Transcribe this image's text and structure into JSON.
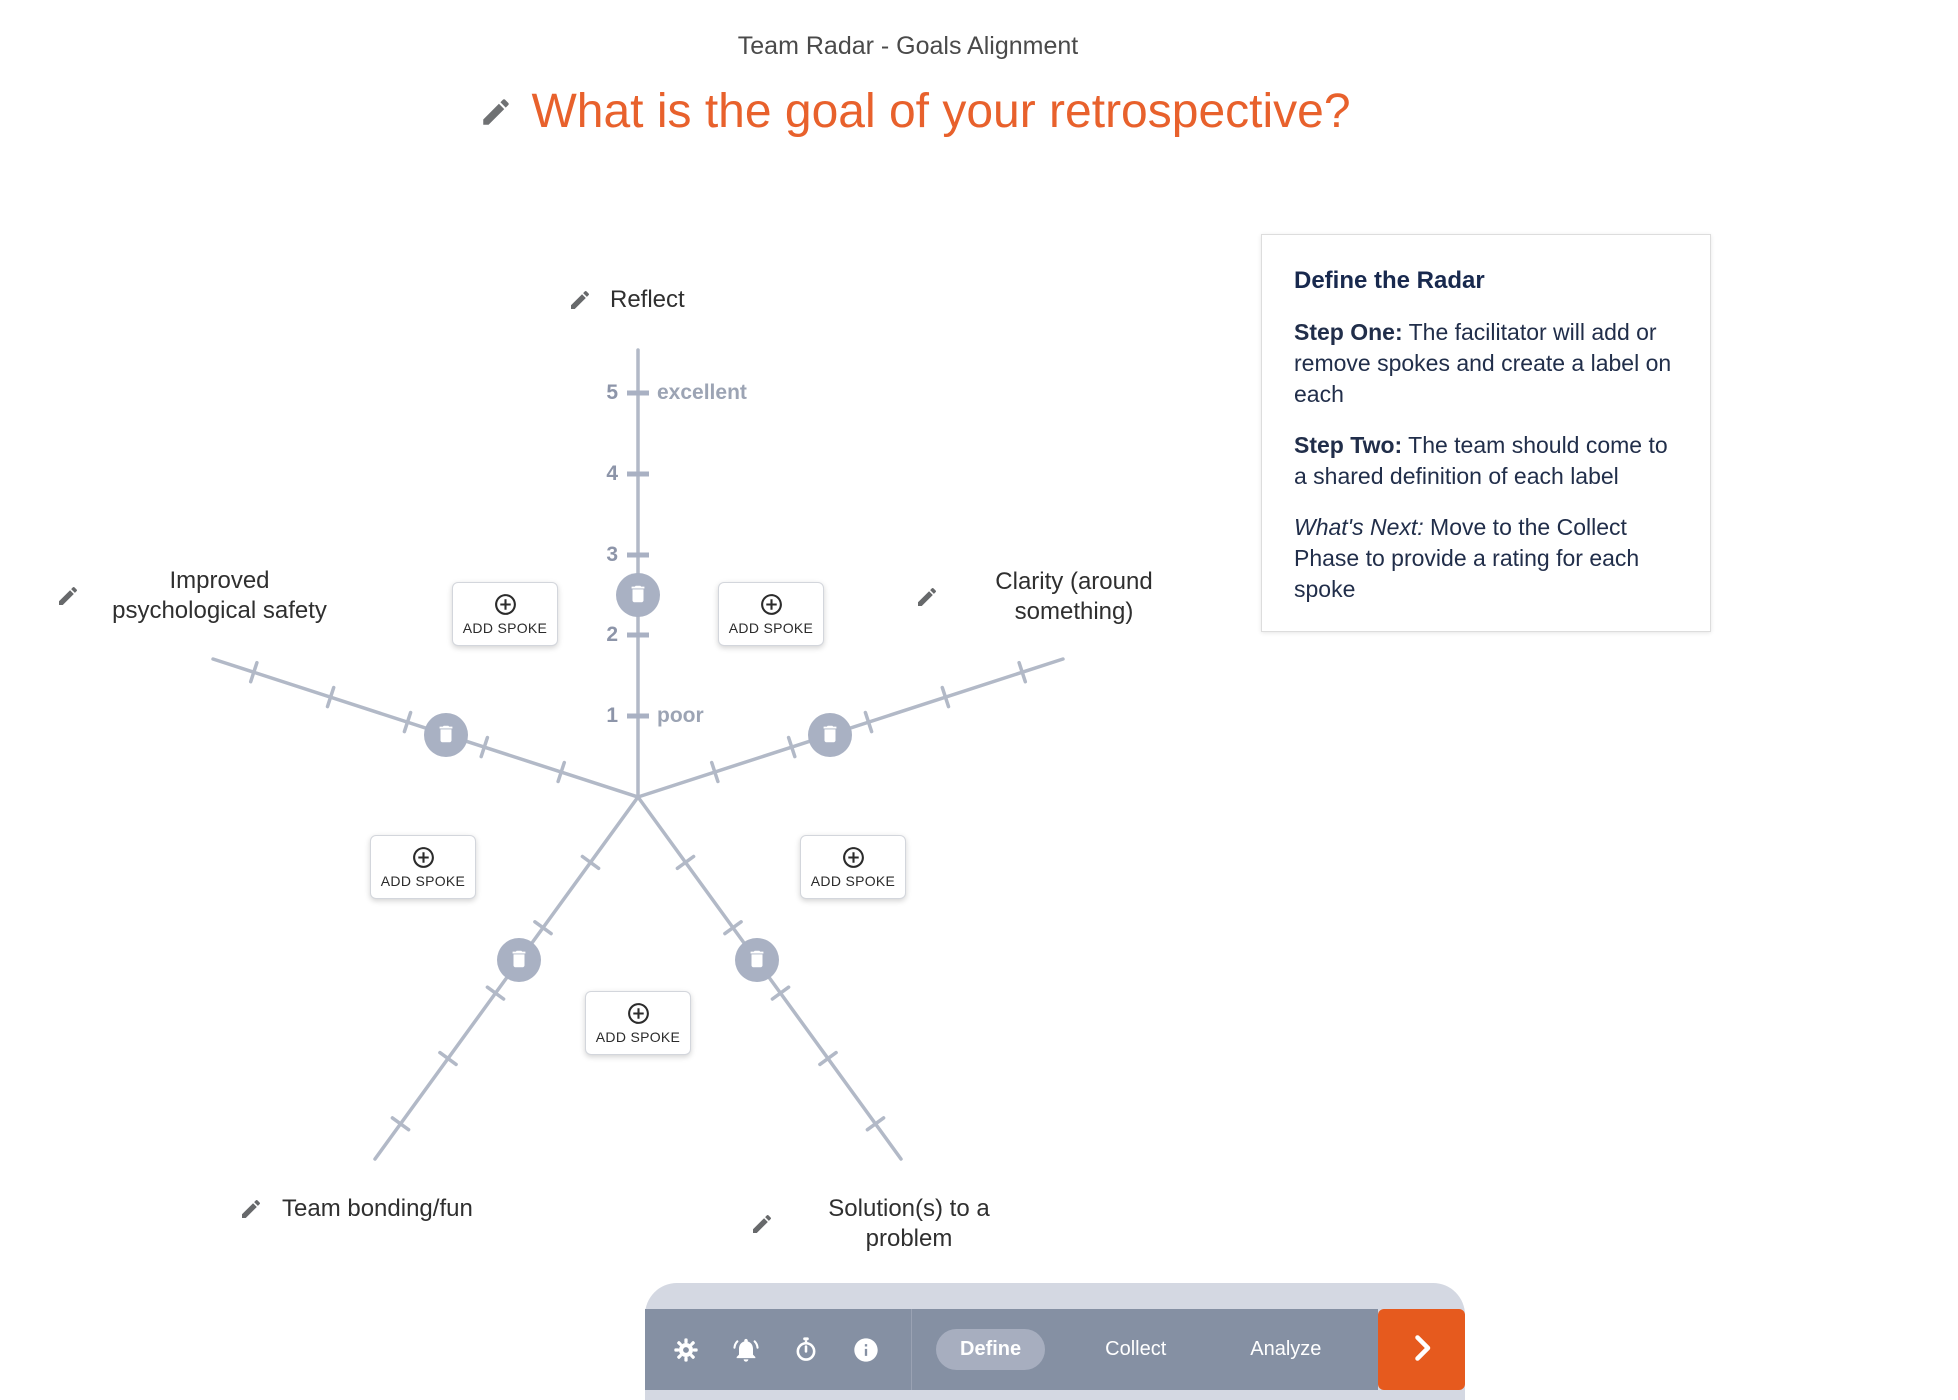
{
  "header": {
    "subtitle": "Team Radar - Goals Alignment",
    "title": "What is the goal of your retrospective?"
  },
  "radar": {
    "scale": {
      "tick_5": "5",
      "tick_4": "4",
      "tick_3": "3",
      "tick_2": "2",
      "tick_1": "1",
      "max_label": "excellent",
      "min_label": "poor"
    },
    "spokes": [
      {
        "label": "Reflect"
      },
      {
        "label": "Clarity (around something)"
      },
      {
        "label": "Solution(s) to a problem"
      },
      {
        "label": "Team bonding/fun"
      },
      {
        "label": "Improved psychological safety"
      }
    ],
    "add_spoke_label": "ADD SPOKE",
    "icons": [
      "edit-pencil-icon",
      "trash-icon",
      "add-circle-icon"
    ]
  },
  "info_card": {
    "title": "Define the Radar",
    "step_one_label": "Step One:",
    "step_one_text": " The facilitator will add or remove spokes and create a label on each",
    "step_two_label": "Step Two:",
    "step_two_text": " The team should come to a shared definition of each label",
    "whats_next_label": "What's Next:",
    "whats_next_text": " Move to the Collect Phase to provide a rating for each spoke"
  },
  "toolbar": {
    "icons": [
      "gear-icon",
      "bell-icon",
      "stopwatch-icon",
      "info-icon",
      "chevron-right-icon"
    ],
    "phase_define": "Define",
    "phase_collect": "Collect",
    "phase_analyze": "Analyze"
  },
  "colors": {
    "accent_orange": "#E8612C",
    "next_button_orange": "#E65A1E",
    "spoke_gray": "#B2B9C7",
    "toolbar_bar": "#8590A3",
    "toolbar_tray": "#D4D8E2",
    "active_pill": "#A7AEBF"
  }
}
